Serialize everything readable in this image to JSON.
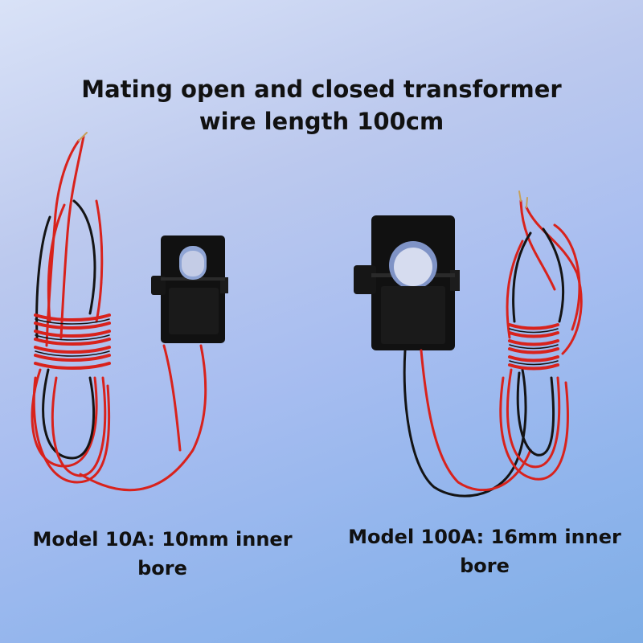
{
  "headline": {
    "line1": "Mating open and closed transformer",
    "line2": "wire length 100cm"
  },
  "products": [
    {
      "model_line1": "Model 10A: 10mm inner",
      "model_line2": "bore"
    },
    {
      "model_line1": "Model 100A: 16mm inner",
      "model_line2": "bore"
    }
  ],
  "colors": {
    "housing": "#111111",
    "wire_red": "#d8221c",
    "wire_black": "#141414"
  }
}
